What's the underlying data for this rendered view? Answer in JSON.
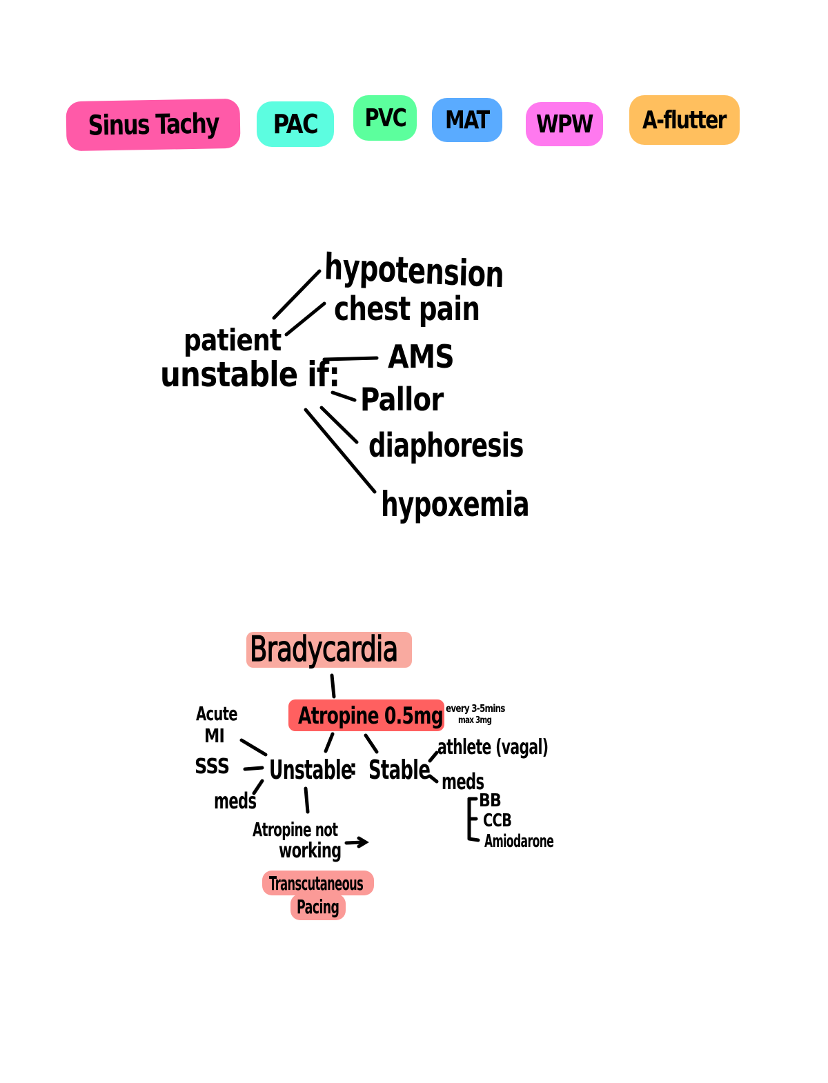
{
  "tags": [
    {
      "label": "Sinus Tachy",
      "color": "#ff5aa8"
    },
    {
      "label": "PAC",
      "color": "#5cfde0"
    },
    {
      "label": "PVC",
      "color": "#5cff9d"
    },
    {
      "label": "MAT",
      "color": "#5aabff"
    },
    {
      "label": "WPW",
      "color": "#ff79ef"
    },
    {
      "label": "A-flutter",
      "color": "#ffbf5e"
    }
  ],
  "unstable": {
    "center_line1": "patient",
    "center_line2": "unstable if:",
    "criteria": [
      "hypotension",
      "chest pain",
      "AMS",
      "Pallor",
      "diaphoresis",
      "hypoxemia"
    ]
  },
  "bradycardia": {
    "title": "Bradycardia",
    "title_color": "#f9aaa0",
    "treatment": "Atropine 0.5mg",
    "treatment_color": "#ff6060",
    "dosing_note_line1": "every 3-5mins",
    "dosing_note_line2": "max 3mg",
    "unstable_label": "Unstable",
    "stable_label": "Stable",
    "unstable_causes": [
      "Acute MI",
      "SSS",
      "meds"
    ],
    "stable_causes": [
      "athlete (vagal)",
      "meds"
    ],
    "stable_meds": [
      "BB",
      "CCB",
      "Amiodarone"
    ],
    "fallback_line1": "Atropine not",
    "fallback_line2": "working",
    "fallback_arrow": "→",
    "pacing_line1": "Transcutaneous",
    "pacing_line2": "Pacing",
    "pacing_color": "#fb9a97"
  }
}
